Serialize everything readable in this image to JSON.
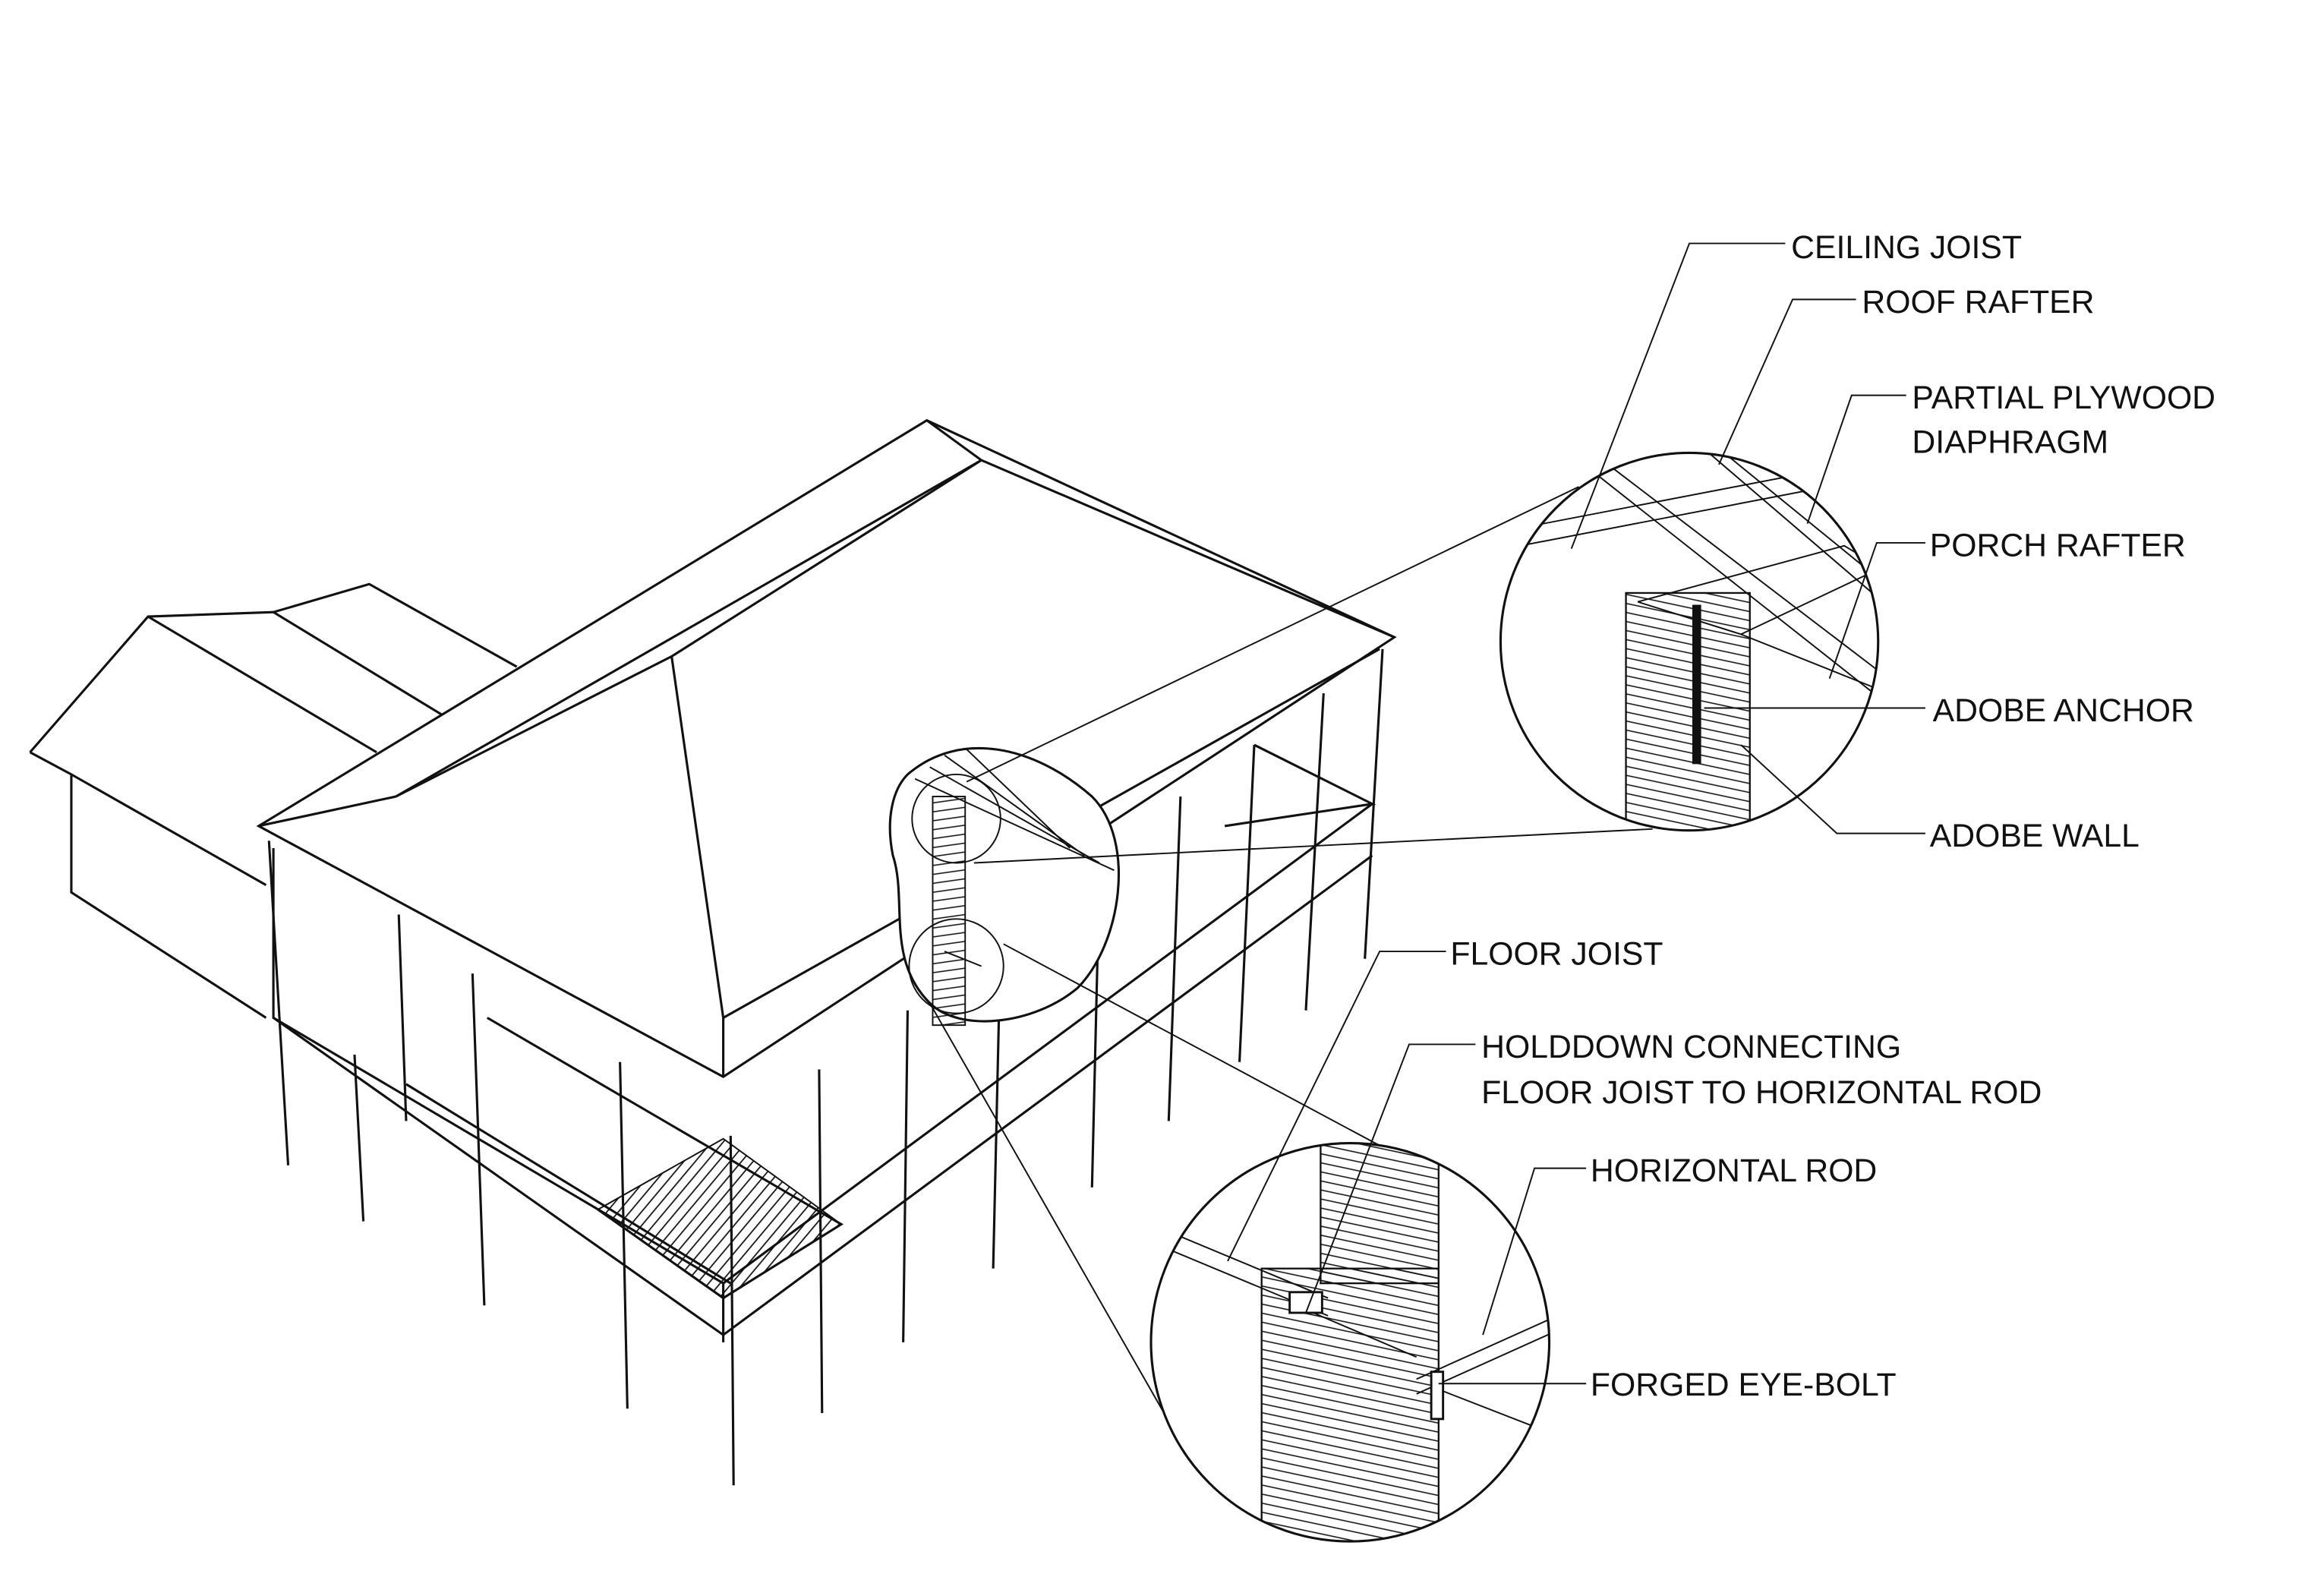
{
  "labels": {
    "ceiling_joist": "CEILING JOIST",
    "roof_rafter": "ROOF RAFTER",
    "plywood_line1": "PARTIAL PLYWOOD",
    "plywood_line2": "DIAPHRAGM",
    "porch_rafter": "PORCH RAFTER",
    "adobe_anchor": "ADOBE ANCHOR",
    "adobe_wall": "ADOBE WALL",
    "floor_joist": "FLOOR JOIST",
    "holddown_line1": "HOLDDOWN CONNECTING",
    "holddown_line2": "FLOOR JOIST TO HORIZONTAL ROD",
    "horizontal_rod": "HORIZONTAL ROD",
    "eye_bolt": "FORGED EYE-BOLT"
  }
}
